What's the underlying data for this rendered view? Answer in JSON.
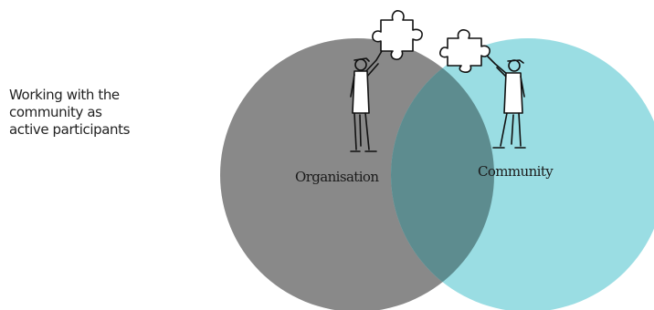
{
  "caption": {
    "lines": [
      "Working with the",
      "community as",
      "active participants"
    ]
  },
  "circles": {
    "left": {
      "label": "Organisation",
      "color": "#898989"
    },
    "right": {
      "label": "Community",
      "color": "#9adde3"
    },
    "overlap_color": "#5d8c8f"
  },
  "icons": {
    "left_figure": "person-holding-puzzle-piece-icon",
    "right_figure": "person-holding-puzzle-piece-icon"
  }
}
